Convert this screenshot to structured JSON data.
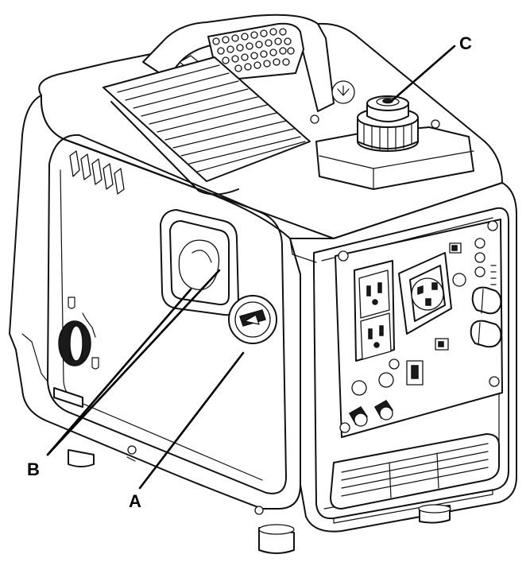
{
  "callouts": [
    {
      "id": "A",
      "label": "A"
    },
    {
      "id": "B",
      "label": "B"
    },
    {
      "id": "C",
      "label": "C"
    }
  ],
  "colors": {
    "line": "#111111",
    "background": "#ffffff"
  }
}
